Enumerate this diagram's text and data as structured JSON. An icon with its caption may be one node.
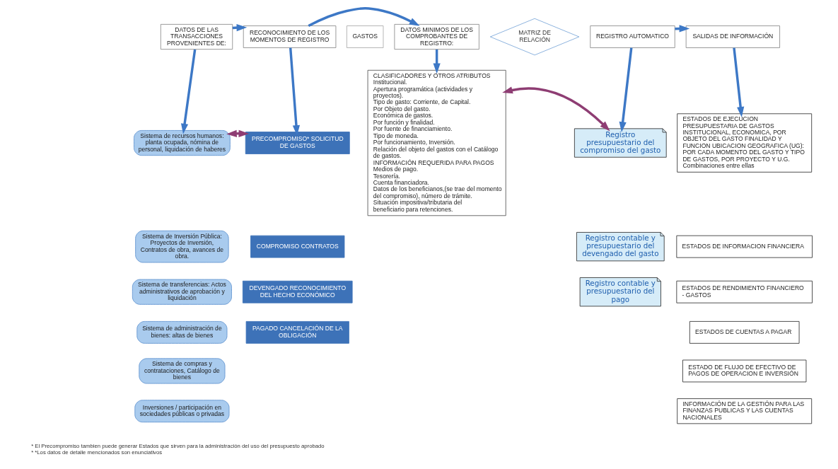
{
  "diagram": {
    "nodes": [
      {
        "text": [
          "DATOS DE LAS TRANSACCIONES PROVENIENTES DE:"
        ]
      },
      {
        "text": [
          "RECONOCIMIENTO DE LOS MOMENTOS DE REGISTRO"
        ]
      },
      {
        "text": [
          "GASTOS"
        ]
      },
      {
        "text": [
          "DATOS MINIMOS DE LOS COMPROBANTES DE REGISTRO:"
        ]
      },
      {
        "text": [
          "MATRIZ DE RELACIÓN"
        ]
      },
      {
        "text": [
          "REGISTRO AUTOMATICO"
        ]
      },
      {
        "text": [
          "SALIDAS DE INFORMACIÓN"
        ]
      },
      {
        "text": [
          "Sistema de recursos humanos: planta ocupada, nómina de personal, liquidación de haberes"
        ]
      },
      {
        "text": [
          "Sistema de Inversión Pública: Proyectos de Inversión, Contratos de obra, avances de obra."
        ]
      },
      {
        "text": [
          "Sistema de transferencias: Actos administrativos de aprobación y liquidación"
        ]
      },
      {
        "text": [
          "Sistema de administración de bienes: altas de bienes"
        ]
      },
      {
        "text": [
          "Sistema de compras y contrataciones, Catálogo de bienes"
        ]
      },
      {
        "text": [
          "Inversiones / participación en sociedades públicas o privadas"
        ]
      },
      {
        "text": [
          "PRECOMPROMISO* SOLICITUD DE GASTOS"
        ]
      },
      {
        "text": [
          "COMPROMISO CONTRATOS"
        ]
      },
      {
        "text": [
          "DEVENGADO RECONOCIMIENTO DEL HECHO ECONÓMICO"
        ]
      },
      {
        "text": [
          "PAGADO CANCELACIÓN DE LA OBLIGACIÓN"
        ]
      },
      {
        "text": [
          "CLASIFICADORES Y OTROS ATRIBUTOS",
          "Institucional.",
          "Apertura programática (actividades y proyectos).",
          "Tipo de gasto: Corriente, de Capital.",
          "Por Objeto del gasto.",
          "Económica de gastos.",
          "Por función y finalidad.",
          "Por fuente de financiamiento.",
          "Tipo de moneda.",
          "Por funcionamiento, Inversión.",
          "Relación del objeto del gastos con el Catálogo de gastos.",
          "INFORMACIÓN REQUERIDA PARA PAGOS",
          "Medios de pago.",
          "Tesorería.",
          "Cuenta financiadora.",
          "Datos de los beneficianos,(se trae del momento del compromiso), número de trámite.",
          "Situación impositiva/tributaria del beneficiario para retenciones."
        ]
      },
      {
        "text": [
          "Registro presupuestario del compromiso del gasto"
        ]
      },
      {
        "text": [
          "Registro contable y presupuestario del devengado del gasto"
        ]
      },
      {
        "text": [
          "Registro contable y presupuestario del pago"
        ]
      },
      {
        "text": [
          "ESTADOS DE EJECUCION PRESUPUESTARIA DE GASTOS INSTITUCIONAL, ECONOMICA, POR OBJETO DEL GASTO FINALIDAD Y FUNCION UBICACION GEOGRAFICA (UG): POR CADA MOMENTO DEL GASTO Y TIPO DE GASTOS, POR PROYECTO Y U.G.",
          "Combinaciones entre ellas"
        ]
      },
      {
        "text": [
          "ESTADOS DE INFORMACION FINANCIERA"
        ]
      },
      {
        "text": [
          "ESTADOS DE RENDIMIENTO FINANCIERO - GASTOS"
        ]
      },
      {
        "text": [
          "ESTADOS DE CUENTAS A PAGAR"
        ]
      },
      {
        "text": [
          "ESTADO DE FLUJO DE EFECTIVO DE PAGOS DE OPERACION E INVERSIÓN"
        ]
      },
      {
        "text": [
          "INFORMACIÓN DE LA GESTIÓN PARA LAS FINANZAS PUBLICAS Y LAS CUENTAS NACIONALES"
        ]
      }
    ],
    "edges": [
      {
        "from": 0,
        "to": 1,
        "arrow": "to"
      },
      {
        "from": 1,
        "to": 3,
        "arrow": "to"
      },
      {
        "from": 5,
        "to": 6,
        "arrow": "to"
      },
      {
        "from": 0,
        "to": 7,
        "arrow": "to"
      },
      {
        "from": 1,
        "to": 13,
        "arrow": "to"
      },
      {
        "from": 3,
        "to": 17,
        "arrow": "to"
      },
      {
        "from": 5,
        "to": 18,
        "arrow": "to"
      },
      {
        "from": 6,
        "to": 21,
        "arrow": "to"
      },
      {
        "from": 7,
        "to": 13,
        "arrow": "both",
        "color": "#8e3d73"
      },
      {
        "from": 17,
        "to": 18,
        "arrow": "both",
        "color": "#8e3d73"
      }
    ],
    "labels": [
      "* El Precompromiso tambien puede generar Estados que sirven para la administración del uso del presupuesto aprobado",
      "* *Los datos de detalle mencionados son enunciativos"
    ]
  }
}
